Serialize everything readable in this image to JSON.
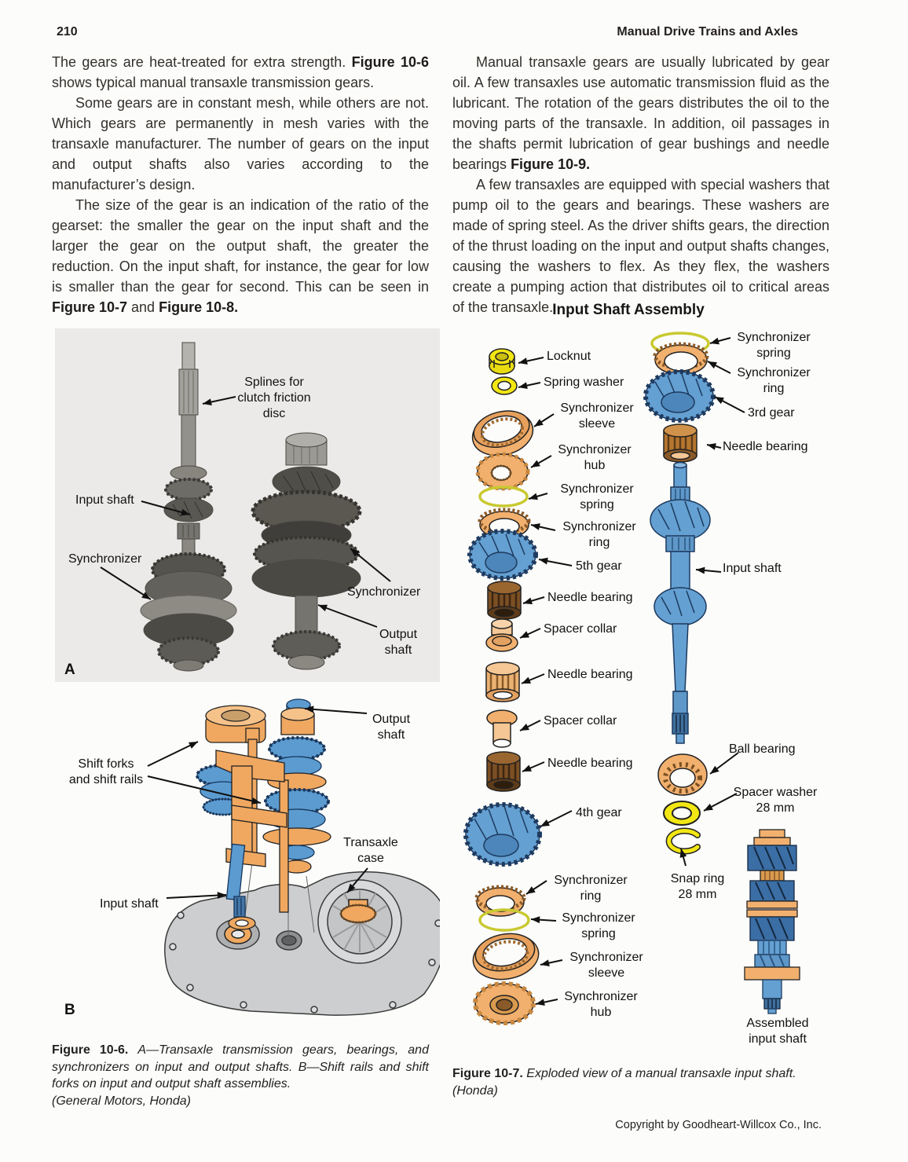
{
  "page": {
    "number": "210",
    "running_title": "Manual Drive Trains and Axles",
    "copyright": "Copyright by Goodheart-Willcox Co., Inc."
  },
  "article": {
    "left_column": [
      {
        "runs": [
          {
            "t": "The gears are heat-treated for extra strength. "
          },
          {
            "t": "Figure 10-6",
            "b": true
          },
          {
            "t": " shows typical manual transaxle transmission gears."
          }
        ]
      },
      {
        "runs": [
          {
            "t": "Some gears are in constant mesh, while others are not. Which gears are permanently in mesh varies with the transaxle manufacturer. The number of gears on the input and output shafts also varies according to the manufacturer’s design."
          }
        ]
      },
      {
        "runs": [
          {
            "t": "The size of the gear is an indication of the ratio of the gearset: the smaller the gear on the input shaft and the larger the gear on the output shaft, the greater the reduction. On the input shaft, for instance, the gear for low is smaller than the gear for second. This can be seen in "
          },
          {
            "t": "Figure 10-7",
            "b": true
          },
          {
            "t": " and "
          },
          {
            "t": "Figure 10-8.",
            "b": true
          }
        ]
      }
    ],
    "right_column": [
      {
        "runs": [
          {
            "t": "Manual transaxle gears are usually lubricated by gear oil. A few transaxles use automatic transmission fluid as the lubricant. The rotation of the gears distributes the oil to the moving parts of the transaxle. In addition, oil passages in the shafts permit lubrication of gear bushings and needle bearings "
          },
          {
            "t": "Figure 10-9.",
            "b": true
          }
        ]
      },
      {
        "runs": [
          {
            "t": "A few transaxles are equipped with special washers that pump oil to the gears and bearings. These washers are made of spring steel. As the driver shifts gears, the direction of the thrust loading on the input and output shafts changes, causing the washers to flex. As they flex, the washers create a pumping action that distributes oil to critical areas of the transaxle."
          }
        ]
      }
    ]
  },
  "figure_10_6": {
    "panel_a": {
      "marker": "A",
      "callouts": {
        "splines": "Splines for\nclutch friction\ndisc",
        "input_shaft": "Input shaft",
        "synchronizer_left": "Synchronizer",
        "synchronizer_right": "Synchronizer",
        "output_shaft": "Output\nshaft"
      }
    },
    "panel_b": {
      "marker": "B",
      "callouts": {
        "output_shaft": "Output\nshaft",
        "shift_forks": "Shift forks\nand shift rails",
        "transaxle_case": "Transaxle\ncase",
        "input_shaft": "Input shaft"
      }
    },
    "caption": {
      "label": "Figure 10-6.",
      "text": "A—Transaxle transmission gears, bearings, and synchronizers on input and output shafts. B—Shift rails and shift forks on input and output shaft assemblies.",
      "credit": "(General Motors, Honda)"
    }
  },
  "figure_10_7": {
    "title": "Input Shaft Assembly",
    "left_parts": [
      {
        "name": "locknut",
        "label": "Locknut"
      },
      {
        "name": "spring-washer",
        "label": "Spring washer"
      },
      {
        "name": "synchronizer-sleeve",
        "label": "Synchronizer\nsleeve"
      },
      {
        "name": "synchronizer-hub",
        "label": "Synchronizer\nhub"
      },
      {
        "name": "synchronizer-spring",
        "label": "Synchronizer\nspring"
      },
      {
        "name": "synchronizer-ring",
        "label": "Synchronizer\nring"
      },
      {
        "name": "fifth-gear",
        "label": "5th gear"
      },
      {
        "name": "needle-bearing",
        "label": "Needle bearing"
      },
      {
        "name": "spacer-collar",
        "label": "Spacer collar"
      },
      {
        "name": "needle-bearing",
        "label": "Needle bearing"
      },
      {
        "name": "spacer-collar",
        "label": "Spacer collar"
      },
      {
        "name": "needle-bearing",
        "label": "Needle bearing"
      },
      {
        "name": "fourth-gear",
        "label": "4th gear"
      },
      {
        "name": "synchronizer-ring",
        "label": "Synchronizer\nring"
      },
      {
        "name": "synchronizer-spring",
        "label": "Synchronizer\nspring"
      },
      {
        "name": "synchronizer-sleeve",
        "label": "Synchronizer\nsleeve"
      },
      {
        "name": "synchronizer-hub",
        "label": "Synchronizer\nhub"
      }
    ],
    "right_parts": [
      {
        "name": "synchronizer-spring",
        "label": "Synchronizer\nspring"
      },
      {
        "name": "synchronizer-ring",
        "label": "Synchronizer\nring"
      },
      {
        "name": "third-gear",
        "label": "3rd gear"
      },
      {
        "name": "needle-bearing",
        "label": "Needle bearing"
      },
      {
        "name": "input-shaft",
        "label": "Input shaft"
      },
      {
        "name": "ball-bearing",
        "label": "Ball bearing"
      },
      {
        "name": "spacer-washer",
        "label": "Spacer washer\n28 mm"
      },
      {
        "name": "snap-ring",
        "label": "Snap ring\n28 mm"
      },
      {
        "name": "assembled-input-shaft",
        "label": "Assembled\ninput shaft"
      }
    ],
    "caption": {
      "label": "Figure 10-7.",
      "text": "Exploded view of a manual transaxle input shaft.",
      "credit": "(Honda)"
    }
  },
  "colors": {
    "part_orange": "#f2b06e",
    "part_blue": "#64a0d2",
    "part_navy": "#3b6ea5",
    "part_yellow": "#f2e713",
    "spring_olive": "#c9c931",
    "bearing_brown": "#7b4f24",
    "case_gray": "#cdced0",
    "photo_gray": "#eceae8",
    "text": "#2f2b28"
  }
}
